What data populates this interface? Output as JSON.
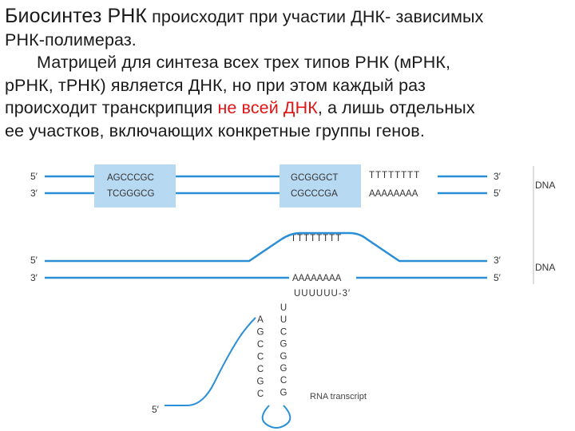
{
  "text": {
    "title": "Биосинтез РНК",
    "line1_rest": " происходит при участии ДНК- зависимых",
    "line2": "РНК-полимераз.",
    "line3": "Матрицей для синтеза всех трех типов РНК (мРНК,",
    "line4": "рРНК, тРНК) является ДНК, но при этом каждый раз",
    "line5_a": "происходит транскрипция ",
    "line5_red": "не  всей ДНК",
    "line5_b": ", а лишь  отдельных",
    "line6": "ее участков, включающих  конкретные группы  генов."
  },
  "diagram": {
    "colors": {
      "strand": "#2a8fd6",
      "box_fill": "#b8d9f2",
      "text": "#333333"
    },
    "row1": {
      "left_5": "5′",
      "left_3": "3′",
      "box1_top": "AGCCCGC",
      "box1_bottom": "TCGGGCG",
      "box2_top": "GCGGGCT",
      "box2_bottom": "CGCCCGA",
      "t_run": "TTTTTTTT",
      "a_run": "AAAAAAAA",
      "right_3": "3′",
      "right_5": "5′",
      "dna": "DNA"
    },
    "row2": {
      "t_run": "TTTTTTTT",
      "left_5": "5′",
      "left_3": "3′",
      "a_run": "AAAAAAAA",
      "right_3": "3′",
      "right_5": "5′",
      "dna": "DNA"
    },
    "hairpin": {
      "u_tail": "UUUUUU-3′",
      "left_letters": [
        "A",
        "G",
        "C",
        "C",
        "C",
        "G",
        "C"
      ],
      "right_letters": [
        "U",
        "U",
        "C",
        "G",
        "G",
        "G",
        "C",
        "G"
      ],
      "five_prime": "5′",
      "label": "RNA transcript"
    }
  }
}
